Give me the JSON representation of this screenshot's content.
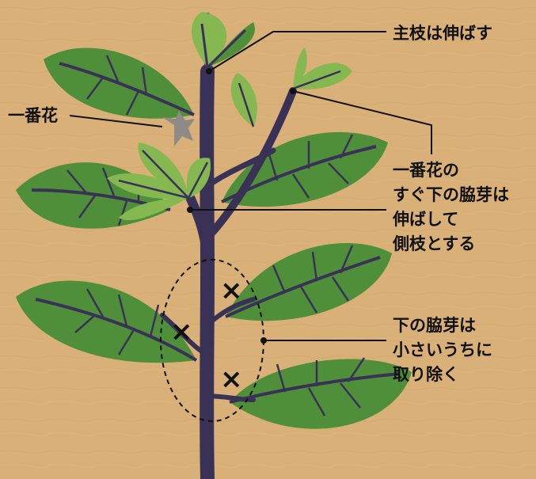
{
  "labels": {
    "main_branch": "主枝は伸ばす",
    "first_flower": "一番花",
    "side_branch_lines": [
      "一番花の",
      "すぐ下の脇芽は",
      "伸ばして",
      "側枝とする"
    ],
    "lower_bud_lines": [
      "下の脇芽は",
      "小さいうちに",
      "取り除く"
    ]
  },
  "marks": {
    "remove": "×"
  },
  "colors": {
    "background": "#d8b078",
    "stem": "#3a3157",
    "leaf_dark": "#4f8f3a",
    "leaf_light": "#86b852",
    "vein": "#3a3157",
    "flower": "#8f8a86",
    "line": "#111111"
  }
}
